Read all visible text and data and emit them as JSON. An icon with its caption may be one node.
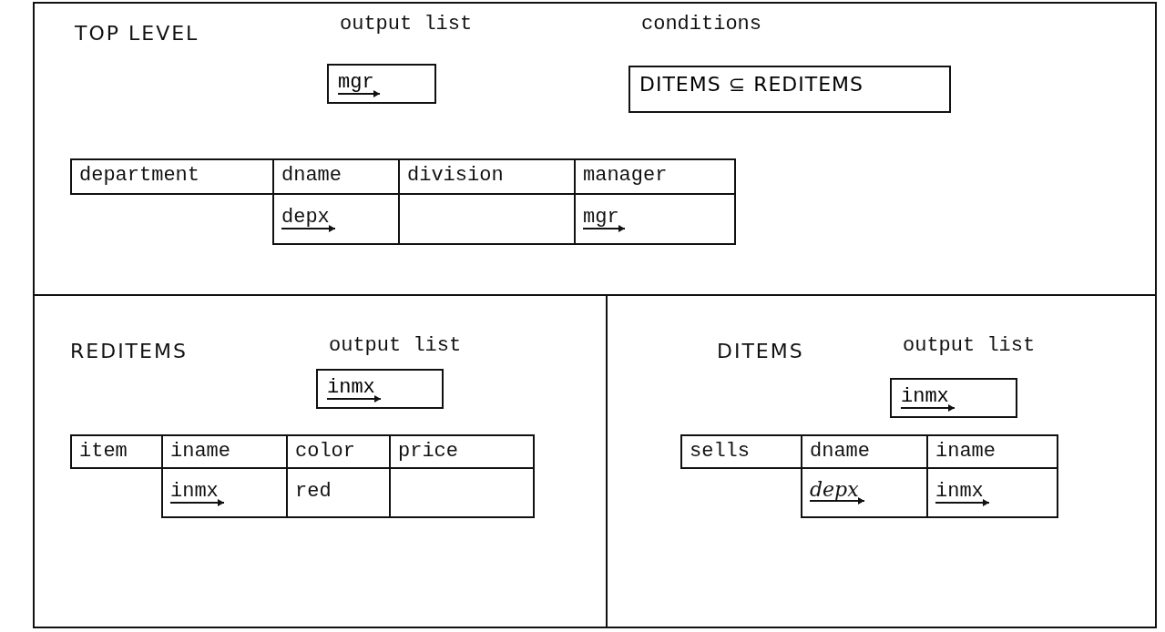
{
  "diagram": {
    "nodes": [
      {
        "text": [
          "TOP LEVEL"
        ]
      },
      {
        "text": [
          "output list",
          "mgr"
        ],
        "in": 0
      },
      {
        "text": [
          "conditions",
          "DITEMS ⊆ REDITEMS"
        ],
        "in": 0
      },
      {
        "text": [
          "department"
        ],
        "in": 0
      },
      {
        "text": [
          "dname"
        ],
        "in": 0
      },
      {
        "text": [
          "division"
        ],
        "in": 0
      },
      {
        "text": [
          "manager"
        ],
        "in": 0
      },
      {
        "text": [
          "depx"
        ],
        "in": 0
      },
      {
        "text": [],
        "shape": "box",
        "in": 0
      },
      {
        "text": [
          "mgr"
        ],
        "in": 0
      },
      {
        "text": [
          "REDITEMS"
        ]
      },
      {
        "text": [
          "output list",
          "inmx"
        ],
        "in": 10
      },
      {
        "text": [
          "item"
        ],
        "in": 10
      },
      {
        "text": [
          "iname"
        ],
        "in": 10
      },
      {
        "text": [
          "color"
        ],
        "in": 10
      },
      {
        "text": [
          "price"
        ],
        "in": 10
      },
      {
        "text": [
          "inmx"
        ],
        "in": 10
      },
      {
        "text": [
          "red"
        ],
        "in": 10
      },
      {
        "text": [],
        "shape": "box",
        "in": 10
      },
      {
        "text": [
          "DITEMS"
        ]
      },
      {
        "text": [
          "output list",
          "inmx"
        ],
        "in": 19
      },
      {
        "text": [
          "sells"
        ],
        "in": 19
      },
      {
        "text": [
          "dname"
        ],
        "in": 19
      },
      {
        "text": [
          "iname"
        ],
        "in": 19
      },
      {
        "text": [
          "depx"
        ],
        "in": 19
      },
      {
        "text": [
          "inmx"
        ],
        "in": 19
      }
    ]
  }
}
